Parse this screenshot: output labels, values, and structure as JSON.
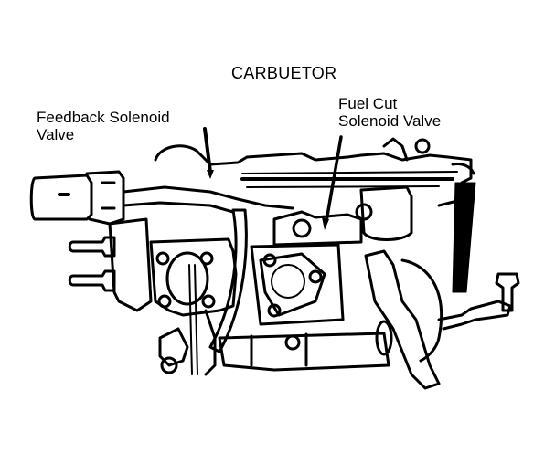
{
  "diagram": {
    "title": "CARBUETOR",
    "subject": "carburetor-assembly-illustration",
    "colors": {
      "ink": "#000000",
      "background": "#ffffff"
    },
    "callouts": [
      {
        "id": "feedback-solenoid-valve",
        "line1": "Feedback Solenoid",
        "line2": "Valve"
      },
      {
        "id": "fuel-cut-solenoid-valve",
        "line1": "Fuel Cut",
        "line2": "Solenoid Valve"
      }
    ]
  }
}
